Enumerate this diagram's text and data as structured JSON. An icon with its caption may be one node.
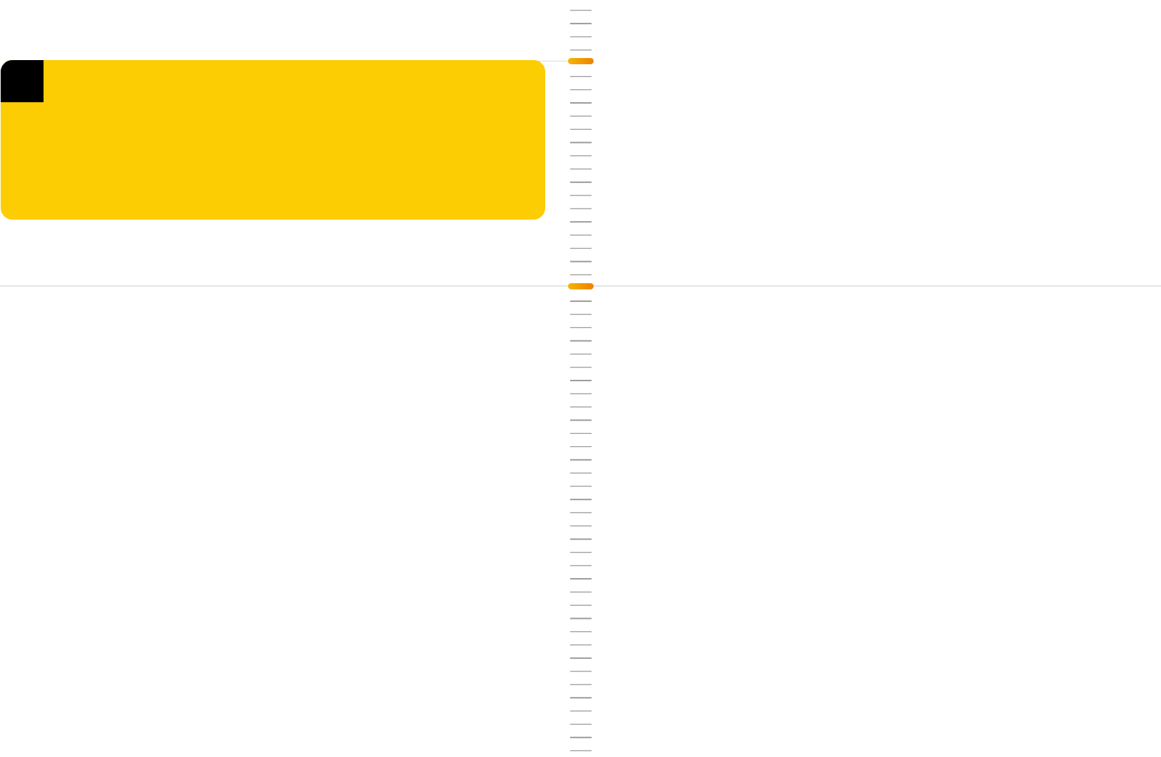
{
  "diagram": {
    "nodes": [
      {
        "text": [],
        "shape": "box"
      },
      {
        "text": [],
        "shape": "box",
        "in": 0
      },
      {
        "text": [],
        "shape": "bar"
      },
      {
        "text": [],
        "shape": "bar"
      }
    ],
    "edges": [
      {
        "from": 0,
        "to": 2,
        "arrow": "none"
      }
    ]
  }
}
